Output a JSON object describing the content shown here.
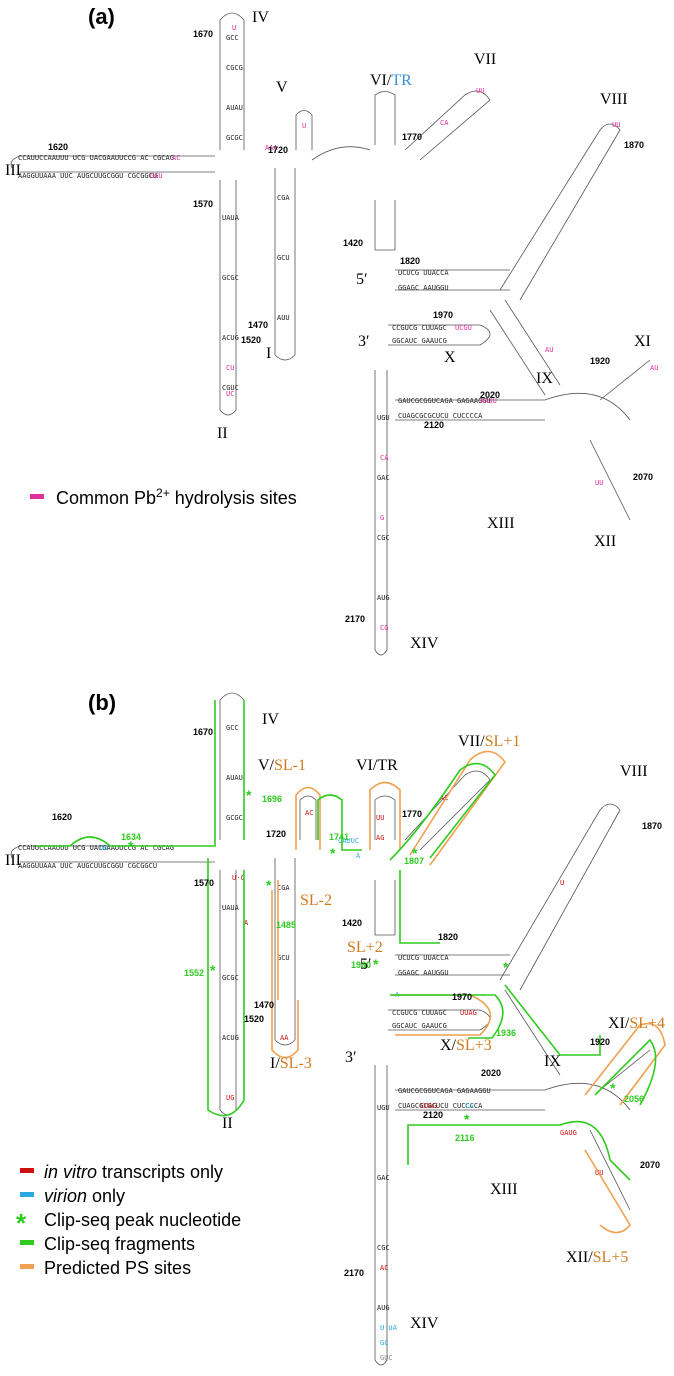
{
  "panel_a": {
    "label": "(a)",
    "domains": [
      "III",
      "IV",
      "V",
      "VI/",
      "TR",
      "VII",
      "VIII",
      "I",
      "II",
      "IX",
      "X",
      "XI",
      "XII",
      "XIII",
      "XIV"
    ],
    "positions": [
      "1670",
      "1620",
      "1570",
      "1720",
      "1770",
      "1870",
      "1420",
      "1820",
      "1970",
      "1470",
      "1520",
      "1920",
      "2020",
      "2120",
      "2070",
      "2170"
    ],
    "ends": [
      "5′",
      "3′"
    ],
    "legend": {
      "label": "Common Pb",
      "sup": "2+",
      "suffix": " hydrolysis sites",
      "color": "#e0309a"
    }
  },
  "panel_b": {
    "label": "(b)",
    "domains": [
      "IV",
      "V/",
      "SL-1",
      "VI/TR",
      "VII/",
      "SL+1",
      "VIII",
      "III",
      "SL-2",
      "I/",
      "SL-3",
      "II",
      "SL+2",
      "X/",
      "SL+3",
      "IX",
      "XI/",
      "SL+4",
      "XIII",
      "XII/",
      "SL+5",
      "XIV"
    ],
    "positions": [
      "1670",
      "1620",
      "1720",
      "1770",
      "1870",
      "1570",
      "1420",
      "1820",
      "1470",
      "1520",
      "1970",
      "1920",
      "2020",
      "2120",
      "2070",
      "2170"
    ],
    "clip_peaks": [
      "1696",
      "1634",
      "1741",
      "1807",
      "1485",
      "1552",
      "1960",
      "1936",
      "2056",
      "2116"
    ],
    "ends": [
      "5′",
      "3′"
    ],
    "legend": [
      {
        "italic": "in vitro",
        "rest": " transcripts only",
        "color": "#cc1111"
      },
      {
        "italic": "virion",
        "rest": " only",
        "color": "#2aa9e0"
      },
      {
        "italic": "",
        "rest": "Clip-seq peak nucleotide",
        "color": "#2ecc1f"
      },
      {
        "italic": "",
        "rest": "Clip-seq fragments",
        "color": "#2ecc1f"
      },
      {
        "italic": "",
        "rest": "Predicted PS sites",
        "color": "#f0a050"
      }
    ]
  },
  "colors": {
    "pb": "#e0309a",
    "invitro": "#cc1111",
    "virion": "#2aa9e0",
    "clip": "#2ecc1f",
    "ps": "#f0a050",
    "ps_text": "#d17a1f"
  }
}
